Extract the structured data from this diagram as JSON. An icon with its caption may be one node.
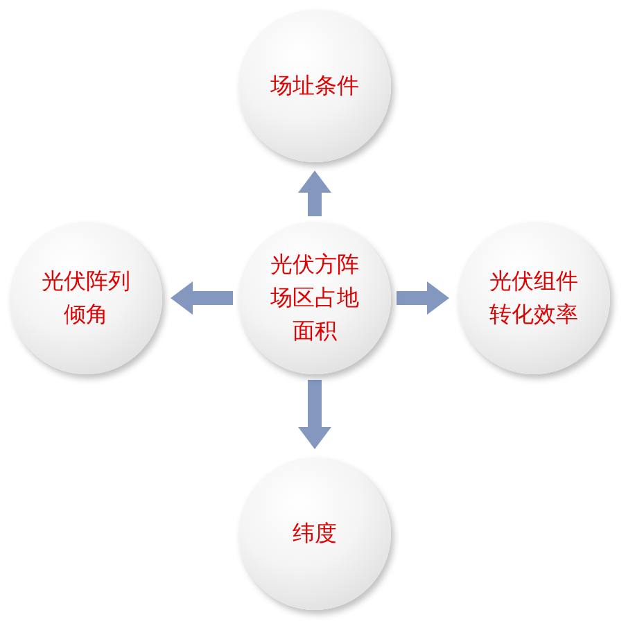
{
  "diagram": {
    "nodes": [
      {
        "text": [
          "场址条件"
        ]
      },
      {
        "text": [
          "光伏阵列倾角"
        ]
      },
      {
        "text": [
          "光伏方阵场区占地面积"
        ]
      },
      {
        "text": [
          "光伏组件转化效率"
        ]
      },
      {
        "text": [
          "纬度"
        ]
      }
    ],
    "edges": [
      {
        "from": 2,
        "to": 0,
        "arrow": "to"
      },
      {
        "from": 2,
        "to": 1,
        "arrow": "to"
      },
      {
        "from": 2,
        "to": 3,
        "arrow": "to"
      },
      {
        "from": 2,
        "to": 4,
        "arrow": "to"
      }
    ]
  }
}
